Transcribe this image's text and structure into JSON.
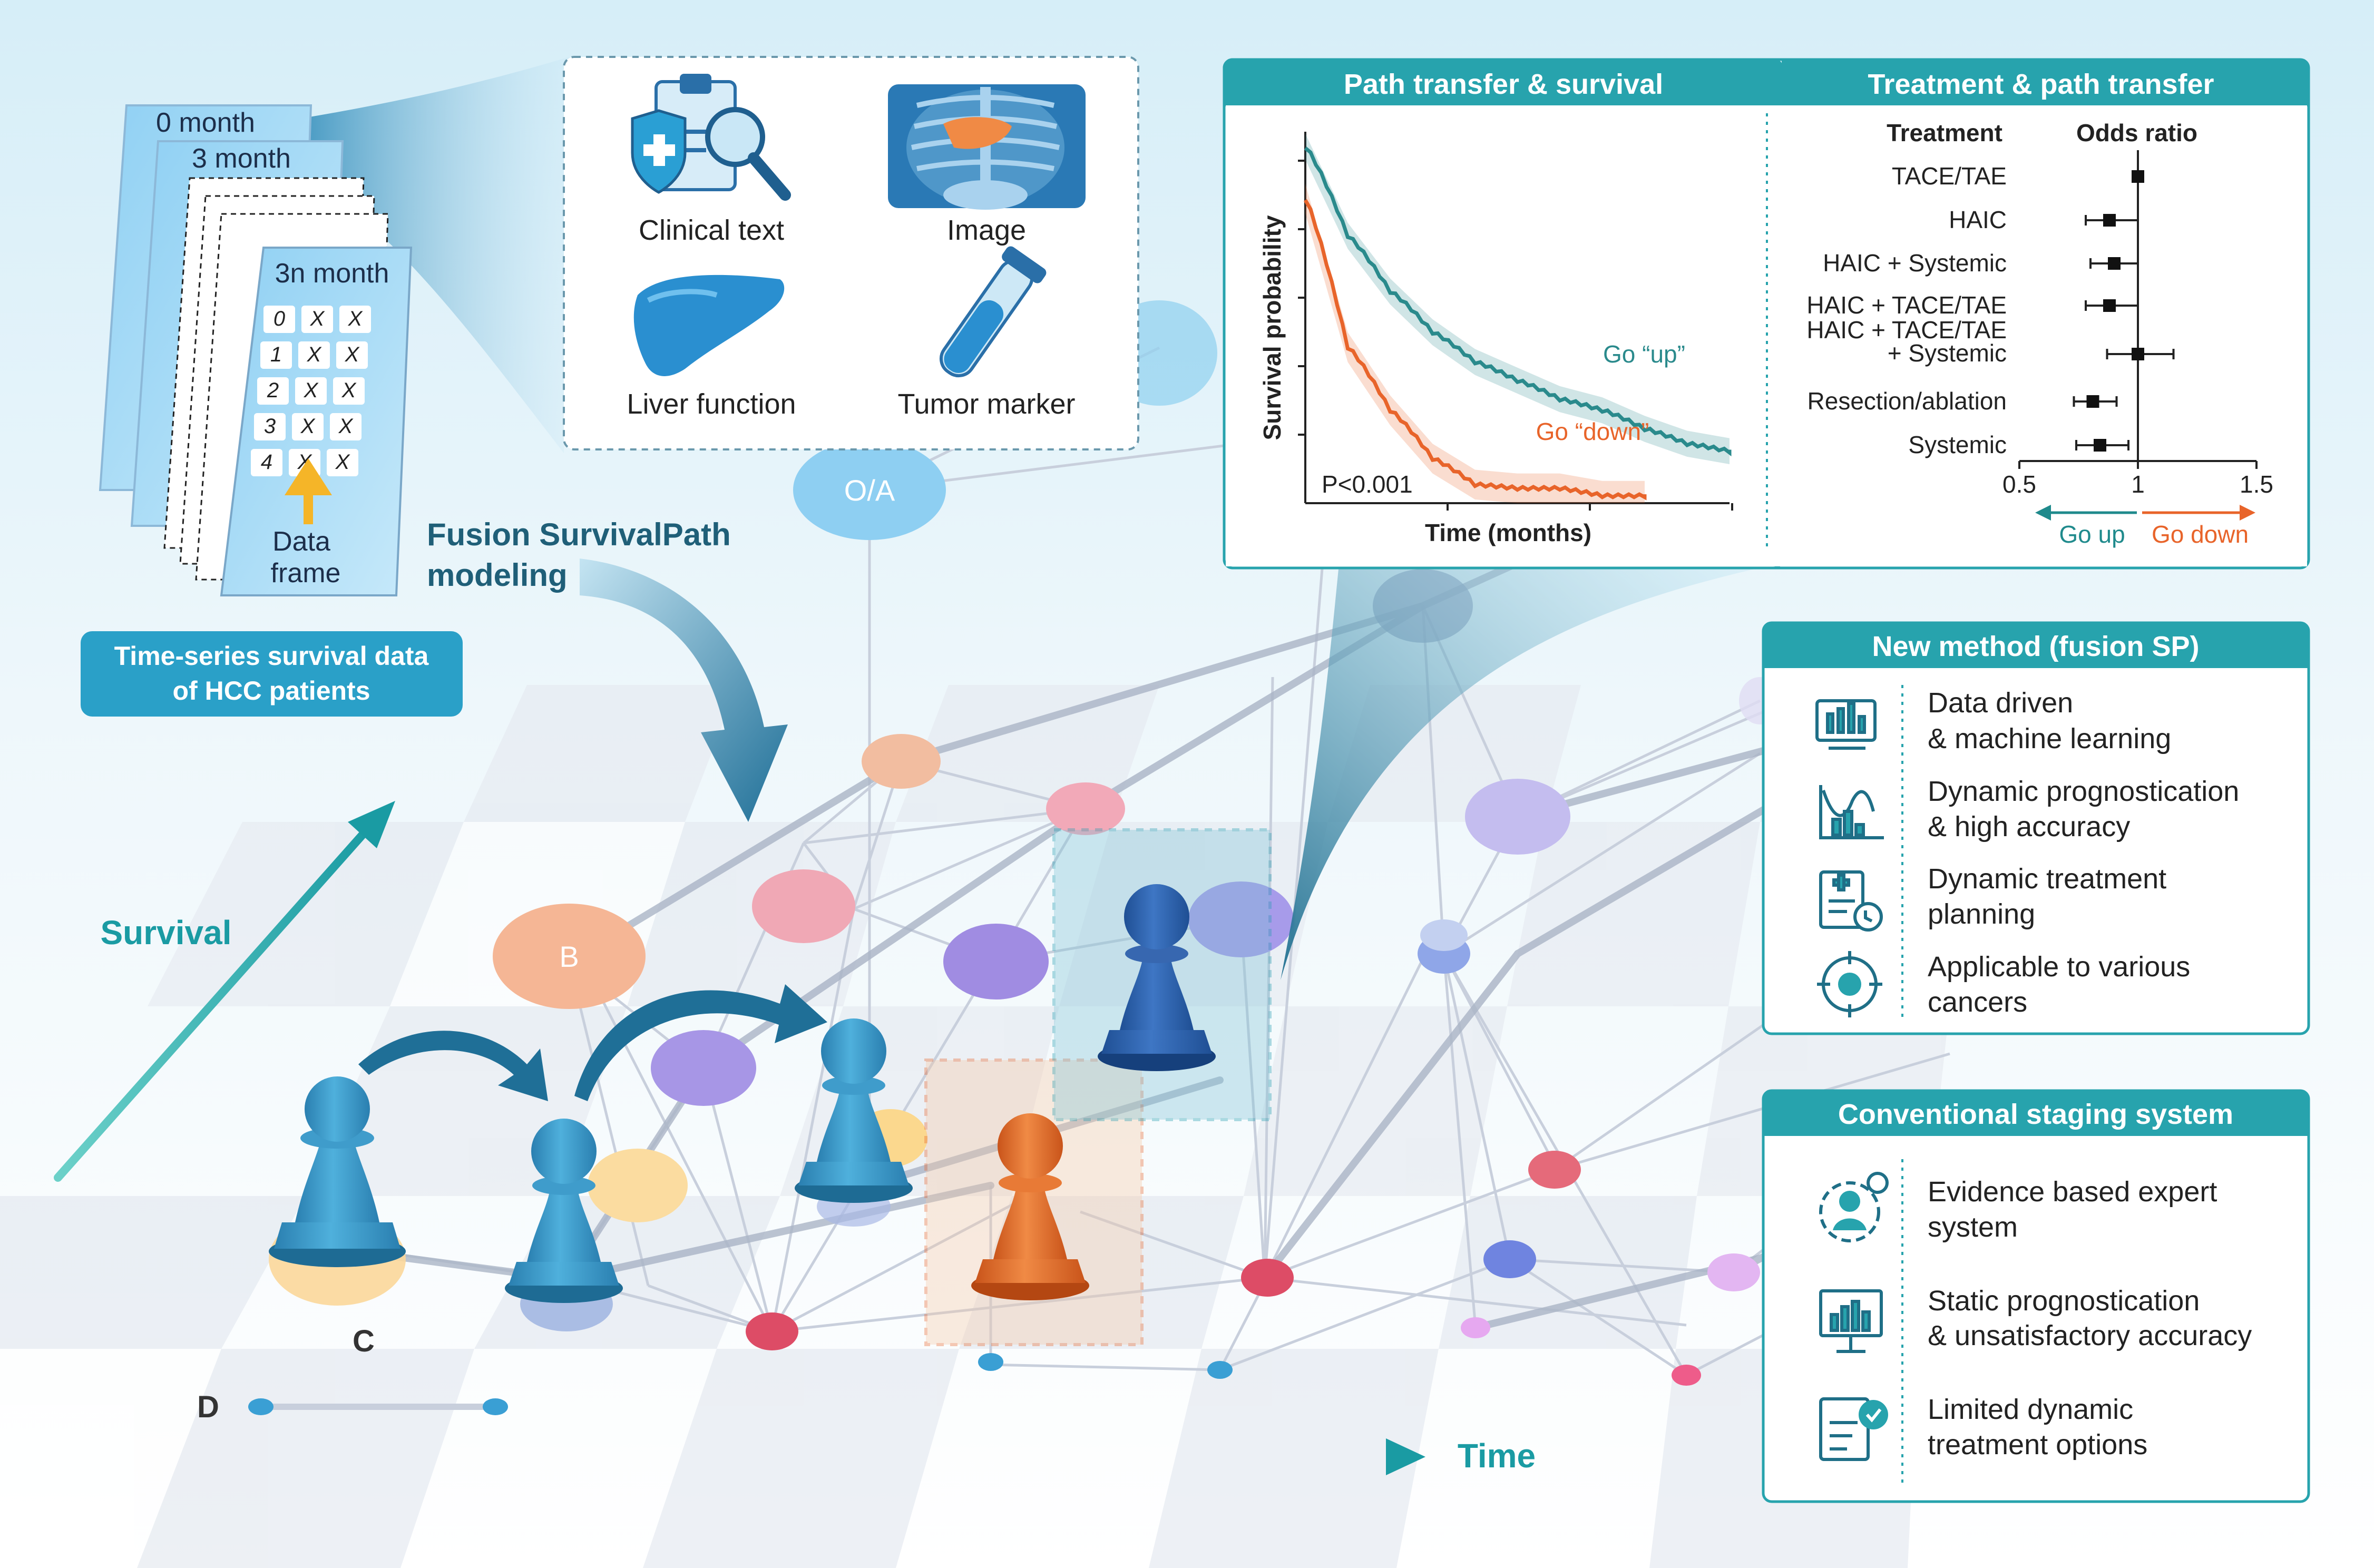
{
  "left_panel": {
    "frames": [
      "0 month",
      "3 month",
      "3n month"
    ],
    "grid_rows": [
      [
        "0",
        "X",
        "X"
      ],
      [
        "1",
        "X",
        "X"
      ],
      [
        "2",
        "X",
        "X"
      ],
      [
        "3",
        "X",
        "X"
      ],
      [
        "4",
        "X",
        "X"
      ]
    ],
    "data_frame_label": [
      "Data",
      "frame"
    ],
    "caption": [
      "Time-series survival data",
      "of HCC patients"
    ]
  },
  "modalities": {
    "items": [
      {
        "label": "Clinical text",
        "icon": "clipboard-magnifier-icon"
      },
      {
        "label": "Image",
        "icon": "xray-liver-icon"
      },
      {
        "label": "Liver function",
        "icon": "liver-icon"
      },
      {
        "label": "Tumor marker",
        "icon": "test-tube-icon"
      }
    ]
  },
  "fusion_label": [
    "Fusion SurvivalPath",
    "modeling"
  ],
  "axes": {
    "survival": "Survival",
    "time": "Time"
  },
  "nodes": {
    "oa": "O/A",
    "b": "B",
    "c": "C",
    "d": "D"
  },
  "survival_panel": {
    "title": "Path transfer & survival",
    "ylabel": "Survival probability",
    "xlabel": "Time (months)",
    "pvalue": "P<0.001",
    "up_label": "Go “up”",
    "down_label": "Go “down”"
  },
  "treatment_panel": {
    "title": "Treatment & path transfer",
    "col_treatment": "Treatment",
    "col_or": "Odds ratio",
    "legend_up": "Go up",
    "legend_down": "Go down"
  },
  "chart_data": [
    {
      "type": "line",
      "title": "Path transfer & survival",
      "xlabel": "Time (months)",
      "ylabel": "Survival probability",
      "series": [
        {
          "name": "Go “up”",
          "x": [
            0,
            1,
            2,
            3,
            4,
            5,
            6,
            7,
            8,
            9,
            10
          ],
          "values": [
            0.96,
            0.72,
            0.57,
            0.46,
            0.38,
            0.33,
            0.28,
            0.25,
            0.2,
            0.16,
            0.14
          ],
          "color": "#2a8a8c"
        },
        {
          "name": "Go “down”",
          "x": [
            0,
            1,
            2,
            3,
            4,
            5,
            6,
            7,
            8
          ],
          "values": [
            0.82,
            0.42,
            0.25,
            0.12,
            0.05,
            0.04,
            0.04,
            0.02,
            0.02
          ],
          "color": "#e8642a"
        }
      ],
      "annotation": "P<0.001"
    },
    {
      "type": "scatter",
      "title": "Treatment & path transfer",
      "xlabel": "Odds ratio",
      "xlim": [
        0.5,
        1.5
      ],
      "xticks": [
        "0.5",
        "1",
        "1.5"
      ],
      "categories": [
        "TACE/TAE",
        "HAIC",
        "HAIC + Systemic",
        "HAIC + TACE/TAE",
        "HAIC + TACE/TAE + Systemic",
        "Resection/ablation",
        "Systemic"
      ],
      "display_lines": [
        [
          "TACE/TAE"
        ],
        [
          "HAIC"
        ],
        [
          "HAIC + Systemic"
        ],
        [
          "HAIC + TACE/TAE"
        ],
        [
          "HAIC + TACE/TAE",
          "+ Systemic"
        ],
        [
          "Resection/ablation"
        ],
        [
          "Systemic"
        ]
      ],
      "values": [
        1.0,
        0.88,
        0.9,
        0.88,
        1.0,
        0.81,
        0.84
      ],
      "ci_low": [
        1.0,
        0.78,
        0.8,
        0.78,
        0.87,
        0.73,
        0.74
      ],
      "ci_high": [
        1.0,
        1.0,
        1.0,
        1.0,
        1.15,
        0.91,
        0.96
      ]
    }
  ],
  "new_method": {
    "title": "New method (fusion SP)",
    "items": [
      {
        "lines": [
          "Data driven",
          "& machine learning"
        ],
        "icon": "data-computer-icon"
      },
      {
        "lines": [
          "Dynamic prognostication",
          "& high accuracy"
        ],
        "icon": "trend-chart-icon"
      },
      {
        "lines": [
          "Dynamic treatment",
          "planning"
        ],
        "icon": "treatment-plan-icon"
      },
      {
        "lines": [
          "Applicable to various",
          "cancers"
        ],
        "icon": "target-icon"
      }
    ]
  },
  "conventional": {
    "title": "Conventional staging system",
    "items": [
      {
        "lines": [
          "Evidence based expert",
          "system"
        ],
        "icon": "expert-gear-icon"
      },
      {
        "lines": [
          "Static prognostication",
          "& unsatisfactory accuracy"
        ],
        "icon": "presentation-chart-icon"
      },
      {
        "lines": [
          "Limited dynamic",
          "treatment options"
        ],
        "icon": "medical-report-icon"
      }
    ]
  },
  "colors": {
    "teal": "#27a3ad",
    "teal_dark": "#1f6f87",
    "orange": "#e8642a",
    "pawn_blue": "#3a8fc2",
    "pawn_dark": "#2a5fa5",
    "pawn_orange": "#e06a24"
  }
}
